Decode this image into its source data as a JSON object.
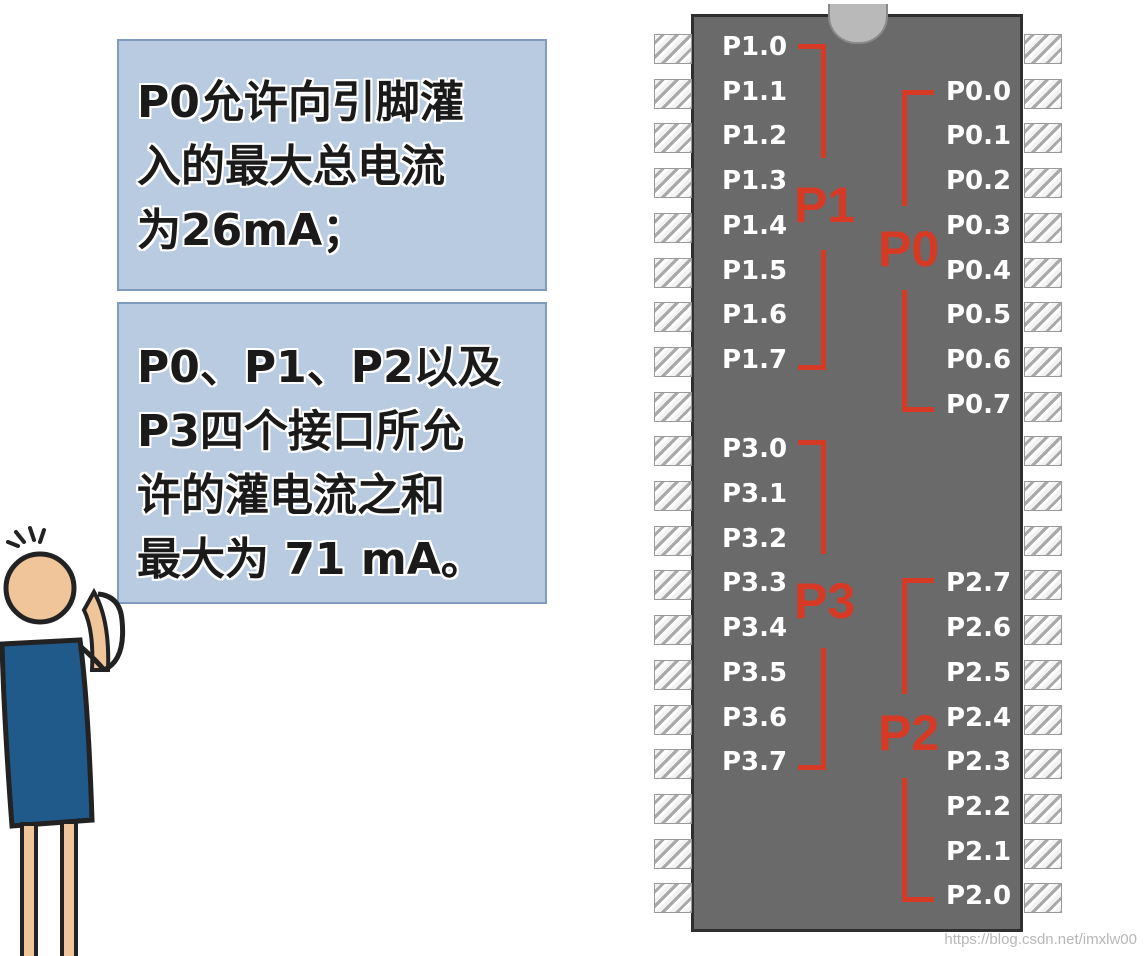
{
  "note_boxes": {
    "box1_lines": [
      "P0允许向引脚灌",
      "入的最大总电流",
      "为26mA；"
    ],
    "box2_lines": [
      "P0、P1、P2以及",
      "P3四个接口所允",
      "许的灌电流之和",
      "最大为 71 mA。"
    ]
  },
  "chip": {
    "left_pins": [
      "P1.0",
      "P1.1",
      "P1.2",
      "P1.3",
      "P1.4",
      "P1.5",
      "P1.6",
      "P1.7",
      "",
      "P3.0",
      "P3.1",
      "P3.2",
      "P3.3",
      "P3.4",
      "P3.5",
      "P3.6",
      "P3.7",
      "",
      "",
      ""
    ],
    "right_pins": [
      "",
      "P0.0",
      "P0.1",
      "P0.2",
      "P0.3",
      "P0.4",
      "P0.5",
      "P0.6",
      "P0.7",
      "",
      "",
      "",
      "P2.7",
      "P2.6",
      "P2.5",
      "P2.4",
      "P2.3",
      "P2.2",
      "P2.1",
      "P2.0"
    ],
    "port_names": {
      "p1": "P1",
      "p0": "P0",
      "p3": "P3",
      "p2": "P2"
    }
  },
  "watermark": "https://blog.csdn.net/imxlw00",
  "colors": {
    "port_accent": "#d63a24",
    "chip_body": "#6a6a6a",
    "note_fill": "#b9cbe0"
  }
}
